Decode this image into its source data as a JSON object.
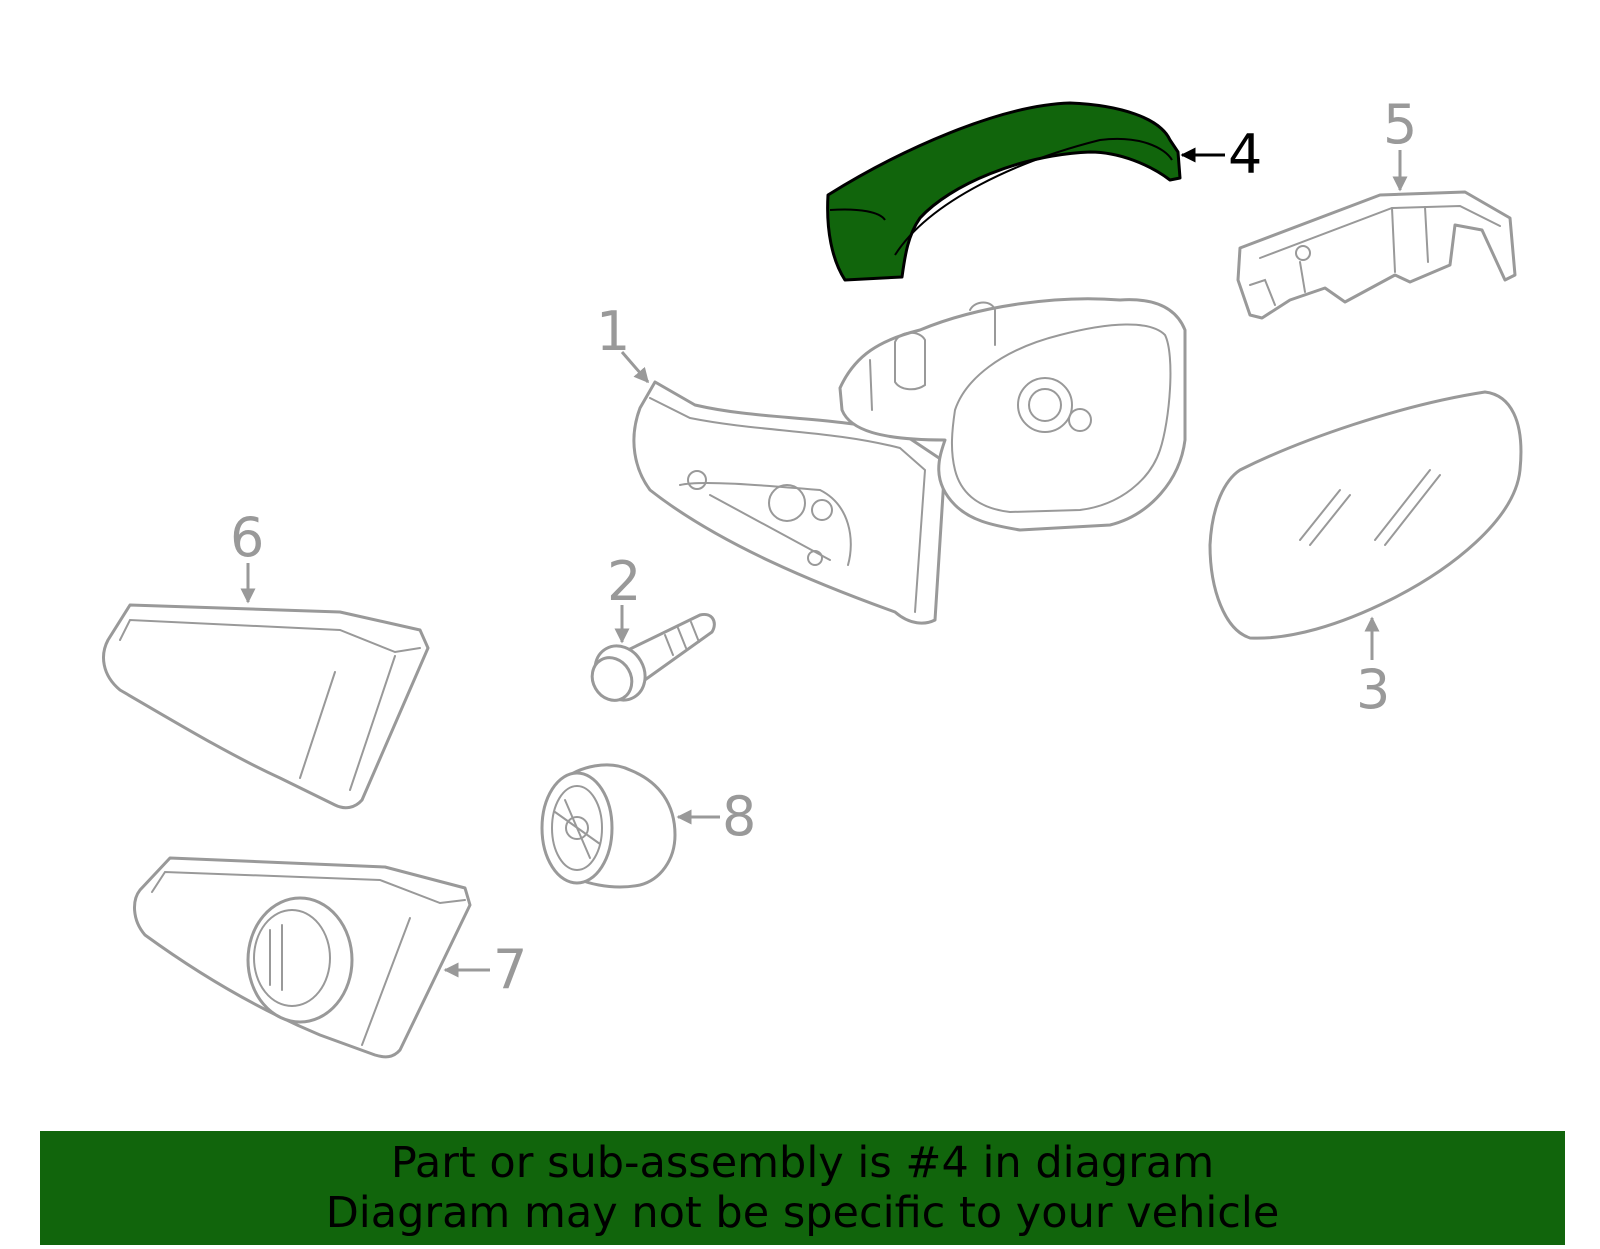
{
  "diagram": {
    "highlight_color": "#11650c",
    "highlighted_part": "4",
    "callouts": [
      {
        "id": "1",
        "label": "1"
      },
      {
        "id": "2",
        "label": "2"
      },
      {
        "id": "3",
        "label": "3"
      },
      {
        "id": "4",
        "label": "4"
      },
      {
        "id": "5",
        "label": "5"
      },
      {
        "id": "6",
        "label": "6"
      },
      {
        "id": "7",
        "label": "7"
      },
      {
        "id": "8",
        "label": "8"
      }
    ]
  },
  "banner": {
    "line1": "Part or sub-assembly is #4 in diagram",
    "line2": "Diagram may not be specific to your vehicle"
  }
}
